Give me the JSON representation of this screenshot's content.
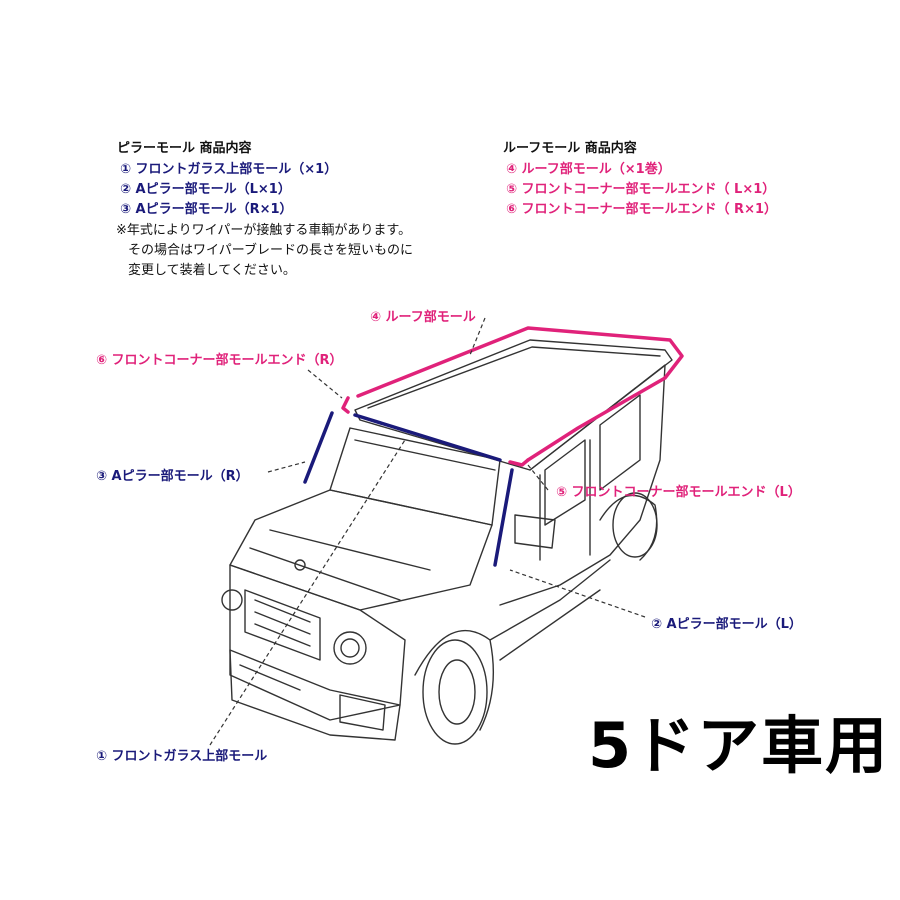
{
  "pillar": {
    "heading": "ピラーモール 商品内容",
    "items": [
      "① フロントガラス上部モール（×1）",
      "② Aピラー部モール（L×1）",
      "③ Aピラー部モール（R×1）"
    ],
    "note": [
      "※年式によりワイパーが接触する車輌があります。",
      "その場合はワイパーブレードの長さを短いものに",
      "変更して装着してください。"
    ]
  },
  "roof": {
    "heading": "ルーフモール 商品内容",
    "items": [
      "④ ルーフ部モール（×1巻）",
      "⑤ フロントコーナー部モールエンド（ L×1）",
      "⑥ フロントコーナー部モールエンド（ R×1）"
    ]
  },
  "callouts": {
    "roof": "④ ルーフ部モール",
    "corner_r": "⑥ フロントコーナー部モールエンド（R）",
    "pillar_r": "③ Aピラー部モール（R）",
    "corner_l": "⑤ フロントコーナー部モールエンド（L）",
    "pillar_l": "② Aピラー部モール（L）",
    "windshield": "① フロントガラス上部モール"
  },
  "badge": "5ドア車用",
  "colors": {
    "pillar_parts": "#1a1a7a",
    "roof_parts": "#e0227a",
    "outline": "#333333"
  }
}
